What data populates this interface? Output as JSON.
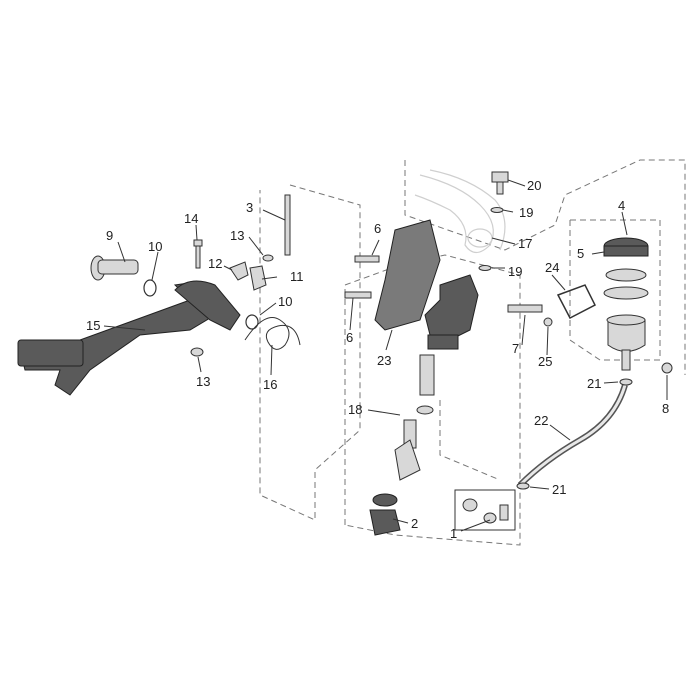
{
  "labels": {
    "l1": "1",
    "l2": "2",
    "l3": "3",
    "l4": "4",
    "l5": "5",
    "l6a": "6",
    "l6b": "6",
    "l7": "7",
    "l8": "8",
    "l9": "9",
    "l10a": "10",
    "l10b": "10",
    "l11": "11",
    "l12": "12",
    "l13a": "13",
    "l13b": "13",
    "l14": "14",
    "l15": "15",
    "l16": "16",
    "l17": "17",
    "l18": "18",
    "l19a": "19",
    "l19b": "19",
    "l20": "20",
    "l21a": "21",
    "l21b": "21",
    "l22": "22",
    "l23": "23",
    "l24": "24",
    "l25": "25"
  },
  "colors": {
    "part_dark": "#5a5a5a",
    "part_light": "#d8d8d8",
    "ghost": "#cfcfcf",
    "lines": "#333333"
  }
}
